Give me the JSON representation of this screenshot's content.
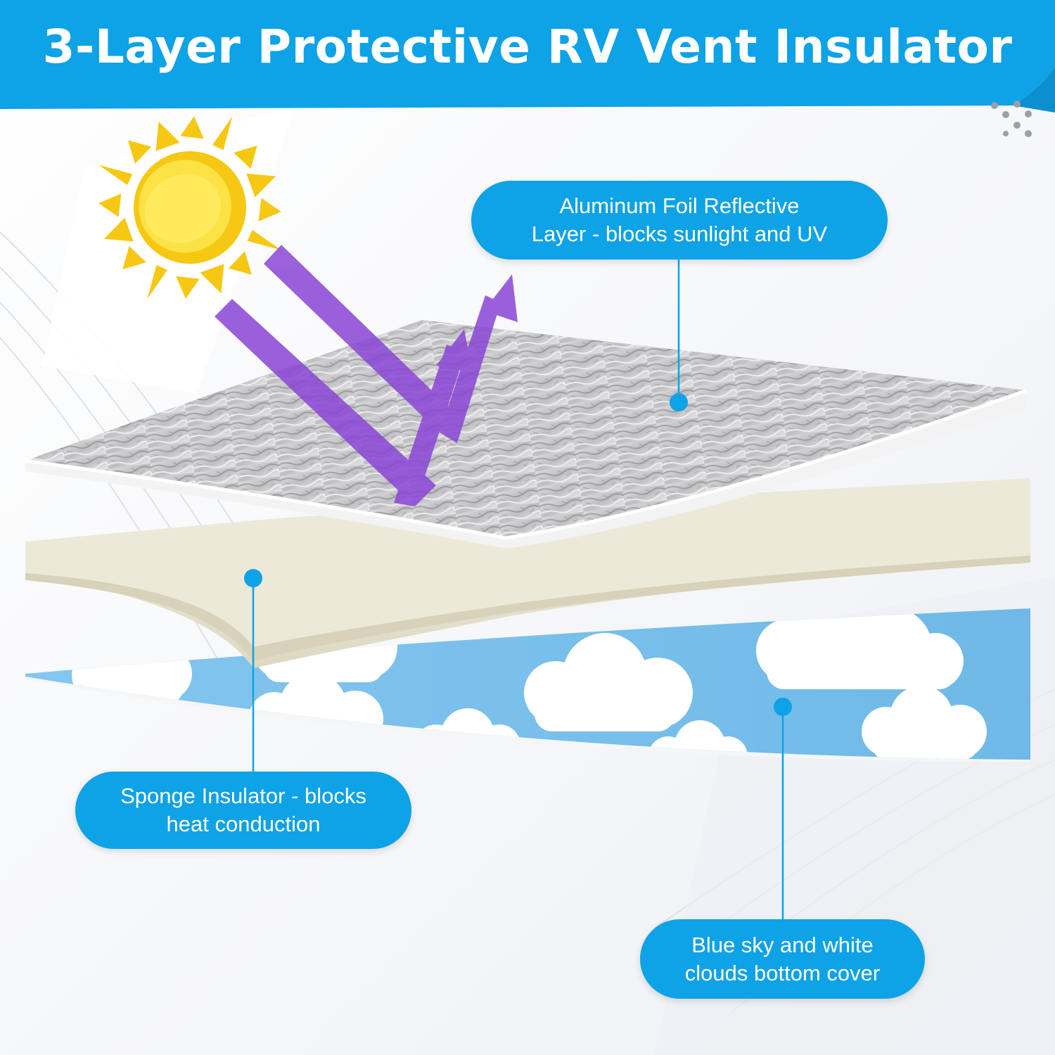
{
  "header": {
    "title": "3-Layer Protective RV Vent Insulator"
  },
  "callouts": {
    "foil": {
      "line1": "Aluminum Foil Reflective",
      "line2": "Layer - blocks sunlight and UV"
    },
    "sponge": {
      "line1": "Sponge Insulator - blocks",
      "line2": "heat conduction"
    },
    "cover": {
      "line1": "Blue sky and white",
      "line2": "clouds bottom cover"
    }
  },
  "colors": {
    "brand_blue": "#0ea2e6",
    "arrow_purple": "#8a46d6",
    "sun_yellow": "#fde245",
    "foam_cream": "#ece9d8",
    "sky_blue": "#7ec3ec",
    "foil_silver": "#c9c9cb"
  },
  "icons": [
    "sun-icon",
    "light-ray-arrow-icon",
    "reflected-arrow-icon",
    "callout-dot-icon"
  ]
}
